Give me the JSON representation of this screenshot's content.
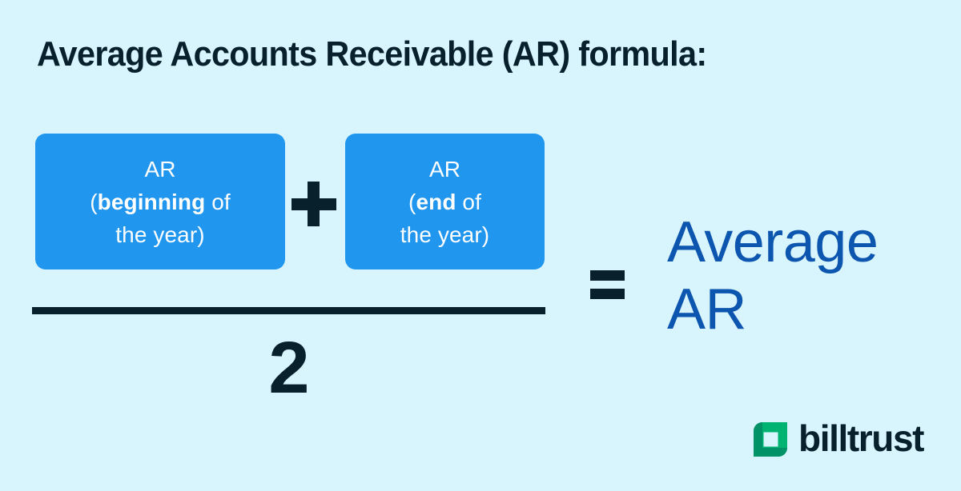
{
  "background_color": "#d8f4fc",
  "title": "Average Accounts Receivable (AR) formula:",
  "formula": {
    "numerator": {
      "term_one": {
        "line1": "AR",
        "line2_prefix": "(",
        "line2_bold": "beginning",
        "line2_suffix": " of",
        "line3": "the year)",
        "box_color": "#2196ef",
        "text_color": "#ffffff"
      },
      "operator": "+",
      "term_two": {
        "line1": "AR",
        "line2_prefix": "(",
        "line2_bold": "end",
        "line2_suffix": " of",
        "line3": "the year)",
        "box_color": "#2196ef",
        "text_color": "#ffffff"
      }
    },
    "denominator": "2",
    "equals": "=",
    "result": {
      "line1": "Average",
      "line2": "AR",
      "color": "#0d56b0"
    },
    "rule_color": "#07202b"
  },
  "logo": {
    "wordmark": "billtrust",
    "mark_color_light": "#00b373",
    "mark_color_dark": "#019268",
    "wordmark_color": "#07202b"
  }
}
